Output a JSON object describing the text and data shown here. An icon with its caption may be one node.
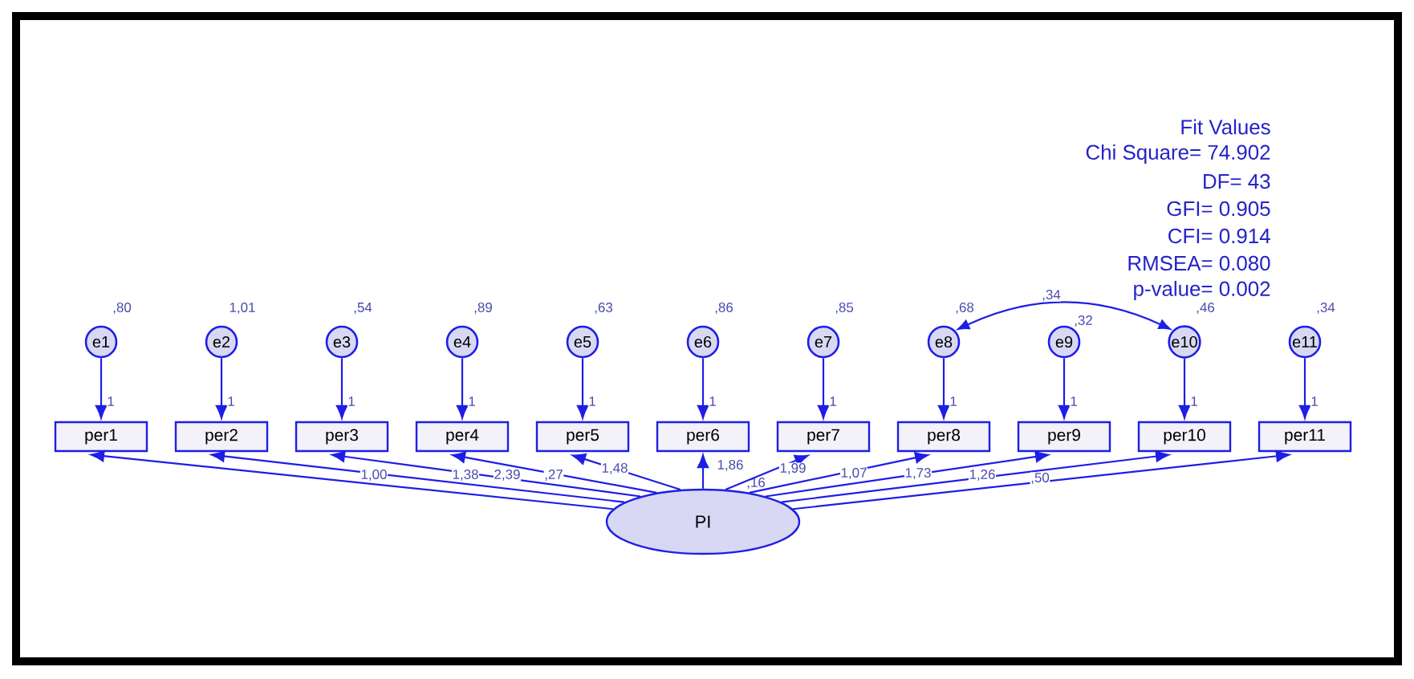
{
  "diagram": {
    "nodes": [
      {
        "text": [
          "e1"
        ],
        "beside": [
          ",80"
        ]
      },
      {
        "text": [
          "e2"
        ],
        "beside": [
          "1,01"
        ]
      },
      {
        "text": [
          "e3"
        ],
        "beside": [
          ",54"
        ]
      },
      {
        "text": [
          "e4"
        ],
        "beside": [
          ",89"
        ]
      },
      {
        "text": [
          "e5"
        ],
        "beside": [
          ",63"
        ]
      },
      {
        "text": [
          "e6"
        ],
        "beside": [
          ",86"
        ]
      },
      {
        "text": [
          "e7"
        ],
        "beside": [
          ",85"
        ]
      },
      {
        "text": [
          "e8"
        ],
        "beside": [
          ",68"
        ]
      },
      {
        "text": [
          "e9"
        ],
        "beside": [
          ",32"
        ]
      },
      {
        "text": [
          "e10"
        ],
        "beside": [
          ",46"
        ]
      },
      {
        "text": [
          "e11"
        ],
        "beside": [
          ",34"
        ]
      },
      {
        "text": [
          "per1"
        ]
      },
      {
        "text": [
          "per2"
        ]
      },
      {
        "text": [
          "per3"
        ]
      },
      {
        "text": [
          "per4"
        ]
      },
      {
        "text": [
          "per5"
        ]
      },
      {
        "text": [
          "per6"
        ]
      },
      {
        "text": [
          "per7"
        ]
      },
      {
        "text": [
          "per8"
        ]
      },
      {
        "text": [
          "per9"
        ]
      },
      {
        "text": [
          "per10"
        ]
      },
      {
        "text": [
          "per11"
        ]
      },
      {
        "text": [
          "PI"
        ],
        "beside": [
          ",16"
        ]
      }
    ],
    "edges": [
      {
        "from": 0,
        "to": 11,
        "arrow": "to",
        "label": "1"
      },
      {
        "from": 1,
        "to": 12,
        "arrow": "to",
        "label": "1"
      },
      {
        "from": 2,
        "to": 13,
        "arrow": "to",
        "label": "1"
      },
      {
        "from": 3,
        "to": 14,
        "arrow": "to",
        "label": "1"
      },
      {
        "from": 4,
        "to": 15,
        "arrow": "to",
        "label": "1"
      },
      {
        "from": 5,
        "to": 16,
        "arrow": "to",
        "label": "1"
      },
      {
        "from": 6,
        "to": 17,
        "arrow": "to",
        "label": "1"
      },
      {
        "from": 7,
        "to": 18,
        "arrow": "to",
        "label": "1"
      },
      {
        "from": 8,
        "to": 19,
        "arrow": "to",
        "label": "1"
      },
      {
        "from": 9,
        "to": 20,
        "arrow": "to",
        "label": "1"
      },
      {
        "from": 10,
        "to": 21,
        "arrow": "to",
        "label": "1"
      },
      {
        "from": 22,
        "to": 11,
        "arrow": "to",
        "label": "1,00"
      },
      {
        "from": 22,
        "to": 12,
        "arrow": "to",
        "label": "1,38"
      },
      {
        "from": 22,
        "to": 13,
        "arrow": "to",
        "label": "2,39"
      },
      {
        "from": 22,
        "to": 14,
        "arrow": "to",
        "label": ",27"
      },
      {
        "from": 22,
        "to": 15,
        "arrow": "to",
        "label": "1,48"
      },
      {
        "from": 22,
        "to": 16,
        "arrow": "to",
        "label": "1,86"
      },
      {
        "from": 22,
        "to": 17,
        "arrow": "to",
        "label": "1,99"
      },
      {
        "from": 22,
        "to": 18,
        "arrow": "to",
        "label": "1,07"
      },
      {
        "from": 22,
        "to": 19,
        "arrow": "to",
        "label": "1,73"
      },
      {
        "from": 22,
        "to": 20,
        "arrow": "to",
        "label": "1,26"
      },
      {
        "from": 22,
        "to": 21,
        "arrow": "to",
        "label": ",50"
      },
      {
        "from": 7,
        "to": 9,
        "arrow": "both",
        "label": ",34"
      }
    ],
    "labels": [
      "Fit Values",
      "Chi Square= 74.902",
      "DF= 43",
      "GFI= 0.905",
      "CFI= 0.914",
      "RMSEA= 0.080",
      "p-value= 0.002"
    ]
  }
}
